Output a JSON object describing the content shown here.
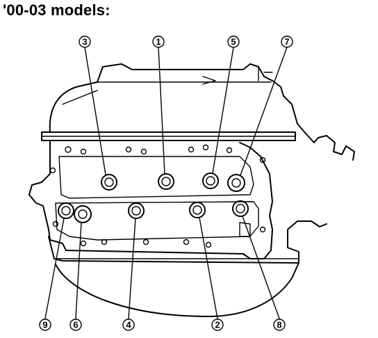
{
  "title": "'00-03 models:",
  "callouts": [
    {
      "id": "1",
      "label": "①"
    },
    {
      "id": "2",
      "label": "②"
    },
    {
      "id": "3",
      "label": "③"
    },
    {
      "id": "4",
      "label": "④"
    },
    {
      "id": "5",
      "label": "⑤"
    },
    {
      "id": "6",
      "label": "⑥"
    },
    {
      "id": "7",
      "label": "⑦"
    },
    {
      "id": "8",
      "label": "⑧"
    },
    {
      "id": "9",
      "label": "⑨"
    }
  ]
}
